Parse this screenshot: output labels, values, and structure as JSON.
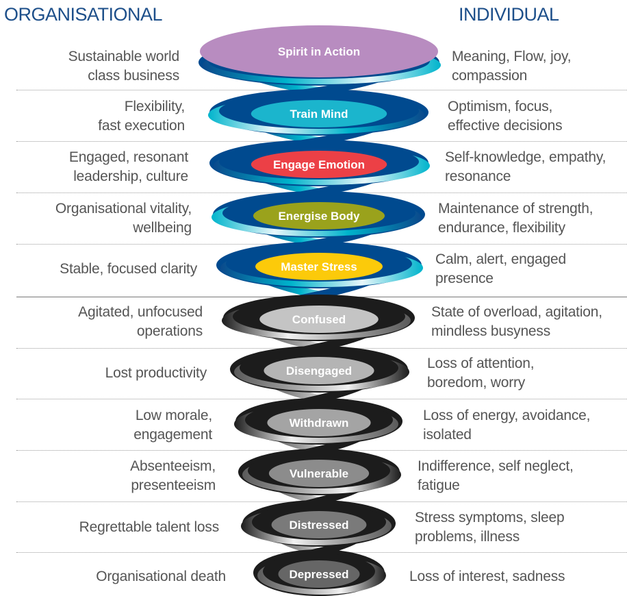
{
  "headings": {
    "left": "ORGANISATIONAL",
    "right": "INDIVIDUAL"
  },
  "colors": {
    "heading": "#1d4f8a",
    "text": "#555555",
    "positive_band": "#004a8f",
    "positive_band_light": "#00b4cc",
    "negative_band": "#1a1a1a",
    "negative_band_light": "#9a9a9a"
  },
  "levels": [
    {
      "label": "Spirit in Action",
      "organisational": [
        "Sustainable world",
        "class business"
      ],
      "individual": [
        "Meaning, Flow, joy,",
        "compassion"
      ],
      "color": "#b88cc0",
      "zone": "positive"
    },
    {
      "label": "Train Mind",
      "organisational": [
        "Flexibility,",
        "fast execution"
      ],
      "individual": [
        "Optimism, focus,",
        "effective decisions"
      ],
      "color": "#1bb5cd",
      "zone": "positive"
    },
    {
      "label": "Engage Emotion",
      "organisational": [
        "Engaged, resonant",
        "leadership, culture"
      ],
      "individual": [
        "Self-knowledge, empathy,",
        "resonance"
      ],
      "color": "#ec4046",
      "zone": "positive"
    },
    {
      "label": "Energise Body",
      "organisational": [
        "Organisational vitality,",
        "wellbeing"
      ],
      "individual": [
        "Maintenance of strength,",
        "endurance, flexibility"
      ],
      "color": "#9aa21c",
      "zone": "positive"
    },
    {
      "label": "Master Stress",
      "organisational": [
        "Stable, focused clarity"
      ],
      "individual": [
        "Calm, alert, engaged",
        "presence"
      ],
      "color": "#fcca0a",
      "zone": "positive"
    },
    {
      "label": "Confused",
      "organisational": [
        "Agitated, unfocused",
        "operations"
      ],
      "individual": [
        "State of overload, agitation,",
        "mindless busyness"
      ],
      "color": "#c4c4c4",
      "zone": "negative"
    },
    {
      "label": "Disengaged",
      "organisational": [
        "Lost productivity"
      ],
      "individual": [
        "Loss of attention,",
        "boredom, worry"
      ],
      "color": "#b4b4b4",
      "zone": "negative"
    },
    {
      "label": "Withdrawn",
      "organisational": [
        "Low morale,",
        "engagement"
      ],
      "individual": [
        "Loss of energy, avoidance,",
        "isolated"
      ],
      "color": "#a4a4a4",
      "zone": "negative"
    },
    {
      "label": "Vulnerable",
      "organisational": [
        "Absenteeism,",
        "presenteeism"
      ],
      "individual": [
        "Indifference, self neglect,",
        "fatigue"
      ],
      "color": "#8c8c8c",
      "zone": "negative"
    },
    {
      "label": "Distressed",
      "organisational": [
        "Regrettable talent loss"
      ],
      "individual": [
        "Stress symptoms, sleep",
        "problems, illness"
      ],
      "color": "#7a7a7a",
      "zone": "negative"
    },
    {
      "label": "Depressed",
      "organisational": [
        "Organisational death"
      ],
      "individual": [
        "Loss of interest, sadness"
      ],
      "color": "#666666",
      "zone": "negative"
    }
  ]
}
